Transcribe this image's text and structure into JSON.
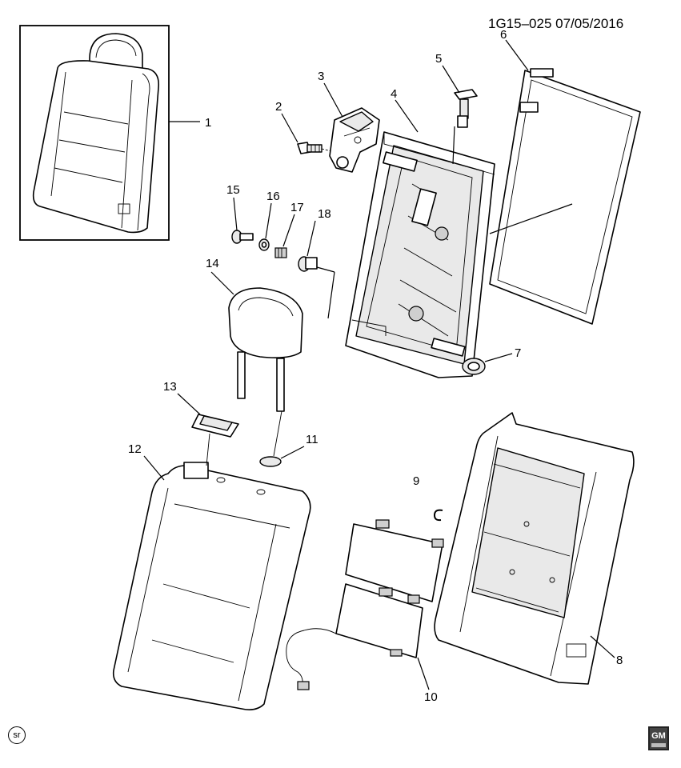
{
  "header": {
    "diagram_id": "1G15–025 07/05/2016"
  },
  "callouts": [
    {
      "num": "1"
    },
    {
      "num": "2"
    },
    {
      "num": "3"
    },
    {
      "num": "4"
    },
    {
      "num": "5"
    },
    {
      "num": "6"
    },
    {
      "num": "7"
    },
    {
      "num": "8"
    },
    {
      "num": "9"
    },
    {
      "num": "10"
    },
    {
      "num": "11"
    },
    {
      "num": "12"
    },
    {
      "num": "13"
    },
    {
      "num": "14"
    },
    {
      "num": "15"
    },
    {
      "num": "16"
    },
    {
      "num": "17"
    },
    {
      "num": "18"
    }
  ],
  "footer": {
    "sr_mark": "sr",
    "logo_text": "GM"
  }
}
